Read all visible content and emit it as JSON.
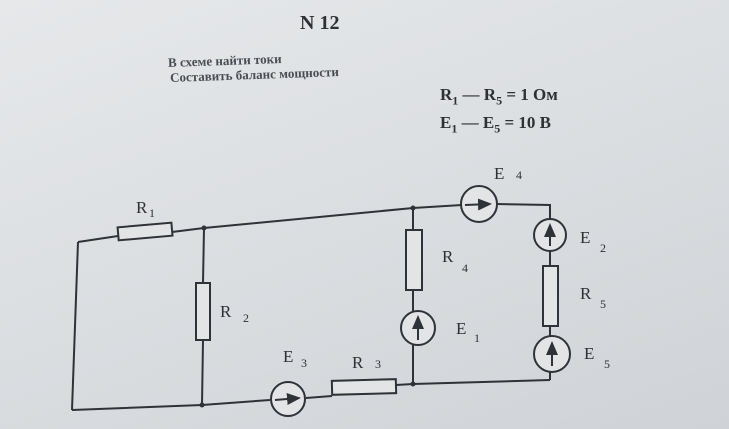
{
  "header": {
    "title": "N 12",
    "task_lines": [
      "В схеме найти токи",
      "Составить баланс мощности"
    ]
  },
  "given": {
    "resistors": {
      "from": "R",
      "from_sub": "1",
      "to": "R",
      "to_sub": "5",
      "value": "= 1 Ом"
    },
    "sources": {
      "from": "E",
      "from_sub": "1",
      "to": "E",
      "to_sub": "5",
      "value": "= 10 В"
    },
    "dash": "—"
  },
  "components": {
    "R1": {
      "letter": "R",
      "sub": "1"
    },
    "R2": {
      "letter": "R",
      "sub": "2"
    },
    "R3": {
      "letter": "R",
      "sub": "3"
    },
    "R4": {
      "letter": "R",
      "sub": "4"
    },
    "R5": {
      "letter": "R",
      "sub": "5"
    },
    "E1": {
      "letter": "E",
      "sub": "1"
    },
    "E2": {
      "letter": "E",
      "sub": "2"
    },
    "E3": {
      "letter": "E",
      "sub": "3"
    },
    "E4": {
      "letter": "E",
      "sub": "4"
    },
    "E5": {
      "letter": "E",
      "sub": "5"
    }
  }
}
